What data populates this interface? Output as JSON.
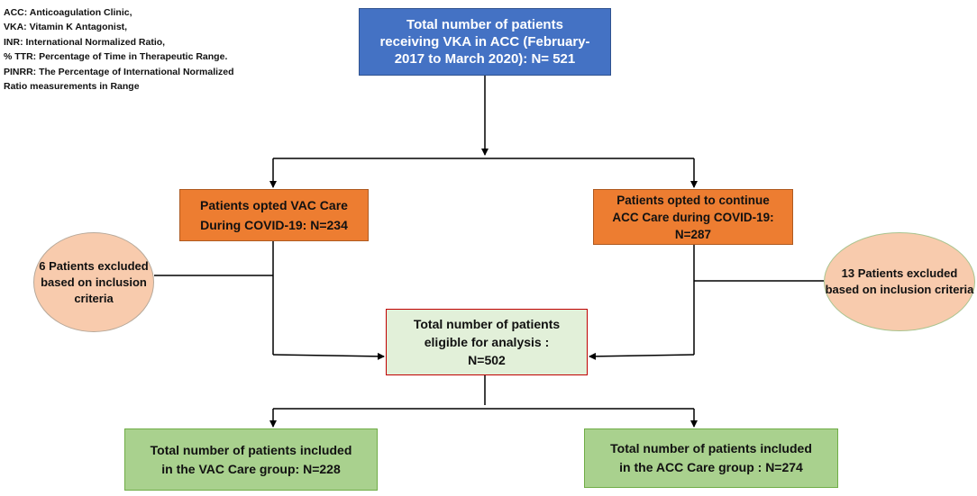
{
  "legend": [
    "ACC:  Anticoagulation Clinic,",
    "VKA: Vitamin K Antagonist,",
    "INR: International Normalized Ratio,",
    "% TTR:  Percentage  of Time in Therapeutic Range.",
    "PINRR: The Percentage of International Normalized",
    "Ratio measurements in Range"
  ],
  "nodes": {
    "total": [
      "Total number of patients",
      "receiving VKA in ACC (February-",
      "2017 to March 2020): N= 521"
    ],
    "vac": [
      "Patients opted VAC Care",
      "During  COVID-19: N=234"
    ],
    "acc": [
      "Patients opted to continue",
      "ACC Care during COVID-19:",
      "N=287"
    ],
    "excluded_left": [
      "6 Patients",
      "excluded",
      "based on",
      "inclusion",
      "criteria"
    ],
    "excluded_right": [
      "13 Patients",
      "excluded",
      "based on",
      "inclusion",
      "criteria"
    ],
    "eligible": [
      "Total number of patients",
      "eligible for analysis :",
      "N=502"
    ],
    "vac_group": [
      "Total number of patients included",
      "in the VAC Care group: N=228"
    ],
    "acc_group": [
      "Total number of patients included",
      "in the ACC Care group : N=274"
    ]
  },
  "colors": {
    "total_fill": "#4472c4",
    "arm_fill": "#ed7d31",
    "excluded_fill": "#f8cbad",
    "eligible_fill": "#e2f0d9",
    "eligible_border": "#c00000",
    "group_fill": "#a9d18e"
  }
}
